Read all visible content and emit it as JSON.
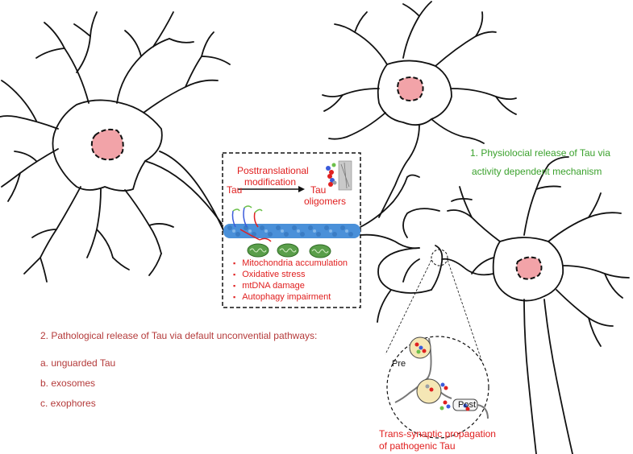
{
  "inset_box": {
    "ptm_label_line1": "Posttranslational",
    "ptm_label_line2": "modification",
    "tau": "Tau",
    "oligomers_line1": "Tau",
    "oligomers_line2": "oligomers",
    "effects": [
      "Mitochondria accumulation",
      "Oxidative stress",
      "mtDNA damage",
      "Autophagy impairment"
    ]
  },
  "physiological": {
    "line1": "1. Physiolocial release of Tau via",
    "line2": "activity dependent mechanism"
  },
  "pathological": {
    "heading": "2. Pathological release of Tau via default unconvential pathways:",
    "items": [
      "a. unguarded Tau",
      "b. exosomes",
      "c. exophores"
    ]
  },
  "synapse": {
    "pre": "Pre",
    "post": "Post",
    "caption_line1": "Trans-synaptic propagation",
    "caption_line2": "of pathogenic Tau"
  },
  "colors": {
    "nucleus_fill": "#f2a3a8",
    "microtubule": "#4a90d9",
    "mitochondria": "#5a9e4a",
    "red_text": "#e01e1e",
    "dark_red_text": "#b43a3a",
    "green_text": "#3aa12c",
    "vesicle_fill": "#f5e7b5"
  }
}
